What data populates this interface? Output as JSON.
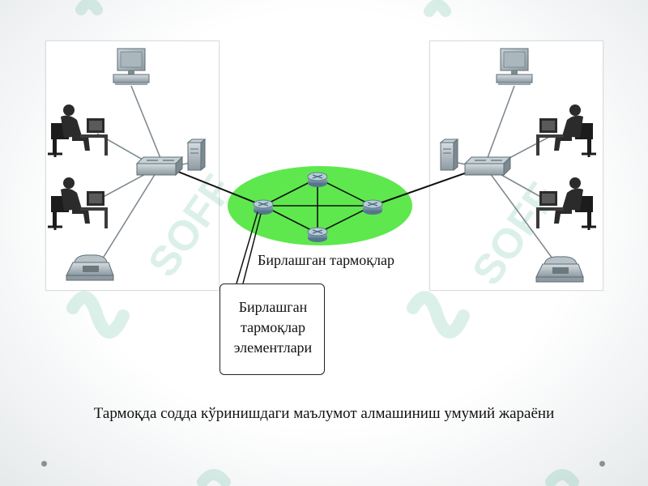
{
  "diagram": {
    "cloud_label": "Бирлашган тармоқлар",
    "callout_lines": [
      "Бирлашган",
      "тармоқлар",
      "элементлари"
    ],
    "caption": "Тармоқда содда кўринишдаги маълумот алмашиниш умумий жараёни",
    "watermark_text": "SOFF"
  },
  "colors": {
    "cloud": "#5ee84e",
    "router": "#6c8fa6",
    "watermark": "#1f9d74",
    "device_gray": "#9aa7ad"
  }
}
